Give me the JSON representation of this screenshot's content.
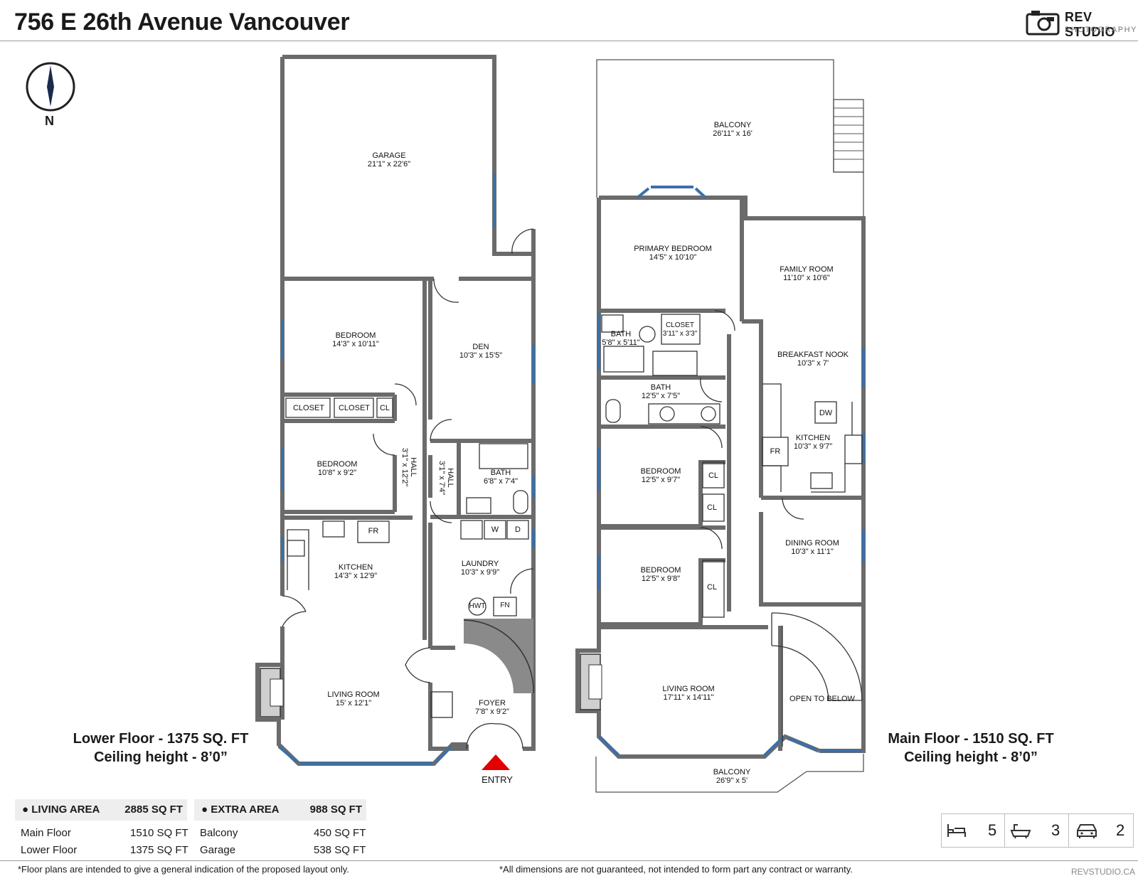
{
  "title": "756 E 26th Avenue Vancouver",
  "logo": {
    "top": "REV STUDIO",
    "bottom": "PHOTOGRAPHY"
  },
  "compass": {
    "label": "N"
  },
  "lower_floor": {
    "line1": "Lower Floor - 1375 SQ. FT",
    "line2": "Ceiling height - 8’0”"
  },
  "main_floor": {
    "line1": "Main Floor - 1510 SQ. FT",
    "line2": "Ceiling height - 8’0”"
  },
  "rooms": {
    "garage": {
      "name": "GARAGE",
      "dim": "21'1\" x 22'6\""
    },
    "bedroom_l1": {
      "name": "BEDROOM",
      "dim": "14'3\" x 10'11\""
    },
    "den": {
      "name": "DEN",
      "dim": "10'3\" x 15'5\""
    },
    "closet_l1": {
      "name": "CLOSET"
    },
    "closet_l2": {
      "name": "CLOSET"
    },
    "cl_l": {
      "name": "CL"
    },
    "bedroom_l2": {
      "name": "BEDROOM",
      "dim": "10'8\" x 9'2\""
    },
    "hall_l1": {
      "name": "HALL",
      "dim": "3'1\" x 12'2\""
    },
    "hall_l2": {
      "name": "HALL",
      "dim": "3'1\" x 7'4\""
    },
    "bath_l": {
      "name": "BATH",
      "dim": "6'8\" x 7'4\""
    },
    "fr_l": {
      "name": "FR"
    },
    "w": {
      "name": "W"
    },
    "d": {
      "name": "D"
    },
    "kitchen_l": {
      "name": "KITCHEN",
      "dim": "14'3\" x 12'9\""
    },
    "laundry": {
      "name": "LAUNDRY",
      "dim": "10'3\" x 9'9\""
    },
    "hwt": {
      "name": "HWT"
    },
    "fn": {
      "name": "FN"
    },
    "living_l": {
      "name": "LIVING  ROOM",
      "dim": "15' x 12'1\""
    },
    "foyer": {
      "name": "FOYER",
      "dim": "7'8\" x 9'2\""
    },
    "entry": {
      "name": "ENTRY"
    },
    "balcony_top": {
      "name": "BALCONY",
      "dim": "26'11\" x 16'"
    },
    "primary_bedroom": {
      "name": "PRIMARY BEDROOM",
      "dim": "14'5\" x 10'10\""
    },
    "family_room": {
      "name": "FAMILY ROOM",
      "dim": "11'10\" x 10'6\""
    },
    "bath_m1": {
      "name": "BATH",
      "dim": "5'8\" x 5'11\""
    },
    "closet_m": {
      "name": "CLOSET",
      "dim": "3'11\" x 3'3\""
    },
    "breakfast_nook": {
      "name": "BREAKFAST NOOK",
      "dim": "10'3\" x 7'"
    },
    "bath_m2": {
      "name": "BATH",
      "dim": "12'5\" x 7'5\""
    },
    "dw": {
      "name": "DW"
    },
    "kitchen_m": {
      "name": "KITCHEN",
      "dim": "10'3\" x 9'7\""
    },
    "fr_m": {
      "name": "FR"
    },
    "bedroom_m1": {
      "name": "BEDROOM",
      "dim": "12'5\" x 9'7\""
    },
    "cl_m1": {
      "name": "CL"
    },
    "cl_m2": {
      "name": "CL"
    },
    "dining_room": {
      "name": "DINING ROOM",
      "dim": "10'3\" x 11'1\""
    },
    "bedroom_m2": {
      "name": "BEDROOM",
      "dim": "12'5\" x 9'8\""
    },
    "cl_m3": {
      "name": "CL"
    },
    "living_m": {
      "name": "LIVING ROOM",
      "dim": "17'11\" x 14'11\""
    },
    "open_below": {
      "name": "OPEN TO BELOW"
    },
    "balcony_bottom": {
      "name": "BALCONY",
      "dim": "26'9\" x 5'"
    }
  },
  "living_area": {
    "heading": "LIVING AREA",
    "total": "2885 SQ FT",
    "rows": [
      {
        "label": "Main Floor",
        "value": "1510 SQ FT"
      },
      {
        "label": "Lower Floor",
        "value": "1375 SQ FT"
      }
    ]
  },
  "extra_area": {
    "heading": "EXTRA AREA",
    "total": "988 SQ FT",
    "rows": [
      {
        "label": "Balcony",
        "value": "450 SQ FT"
      },
      {
        "label": "Garage",
        "value": "538 SQ FT"
      }
    ]
  },
  "stats": {
    "bedrooms": "5",
    "bathrooms": "3",
    "parking": "2",
    "icons": [
      "bed-icon",
      "bathtub-icon",
      "car-icon"
    ]
  },
  "disclaimer_left": "*Floor plans are intended to give a general indication of the proposed layout only.",
  "disclaimer_right": "*All dimensions are not guaranteed, not intended to form part any contract or warranty.",
  "website": "REVSTUDIO.CA",
  "colors": {
    "wall": "#6b6b6b",
    "window": "#3c6fa8",
    "entry": "#e00000"
  }
}
